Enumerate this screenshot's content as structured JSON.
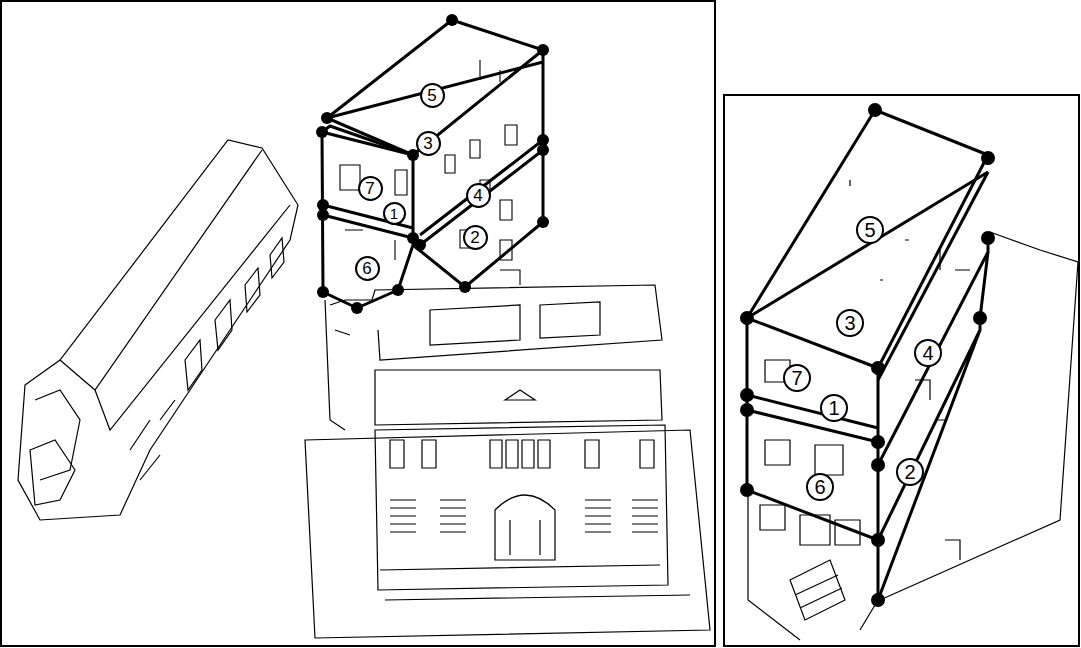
{
  "diagram": {
    "nodes": [
      {
        "text": [
          "5"
        ]
      },
      {
        "text": [
          "3"
        ]
      },
      {
        "text": [
          "7"
        ]
      },
      {
        "text": [
          "1"
        ]
      },
      {
        "text": [
          "4"
        ]
      },
      {
        "text": [
          "2"
        ]
      },
      {
        "text": [
          "6"
        ]
      },
      {
        "text": [
          "5"
        ]
      },
      {
        "text": [
          "3"
        ]
      },
      {
        "text": [
          "4"
        ]
      },
      {
        "text": [
          "7"
        ]
      },
      {
        "text": [
          "1"
        ]
      },
      {
        "text": [
          "6"
        ]
      },
      {
        "text": [
          "2"
        ]
      }
    ]
  }
}
